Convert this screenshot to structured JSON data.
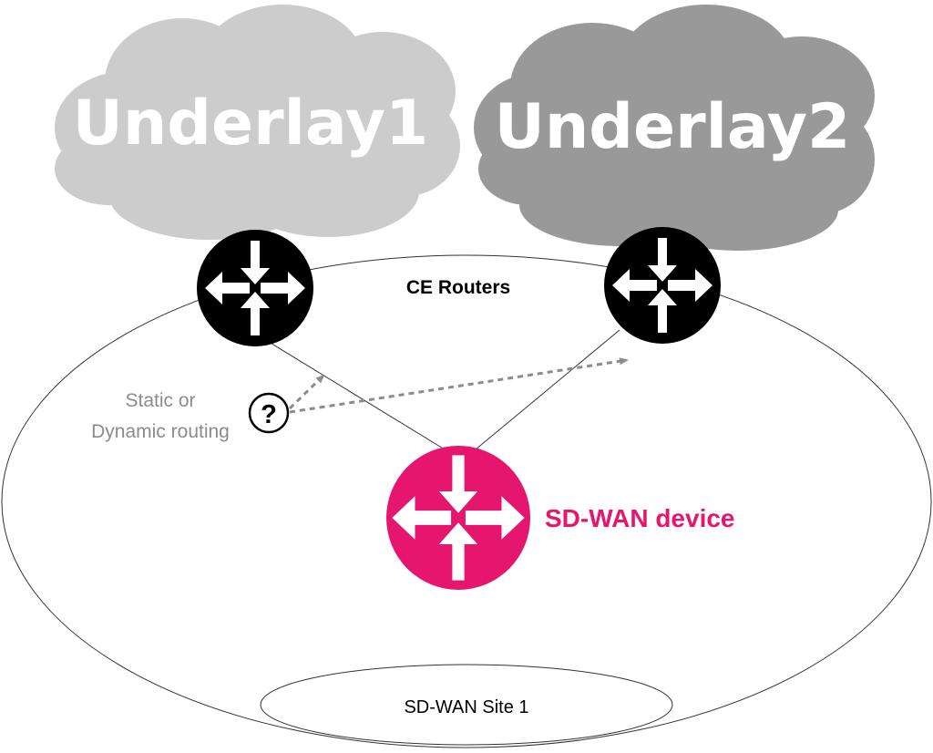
{
  "clouds": {
    "underlay1": {
      "label": "Underlay1",
      "color": "#cccccc"
    },
    "underlay2": {
      "label": "Underlay2",
      "color": "#999999"
    }
  },
  "labels": {
    "ce_routers": "CE Routers",
    "routing_line1": "Static or",
    "routing_line2": "Dynamic routing",
    "sdwan_device": "SD-WAN device",
    "site": "SD-WAN Site 1",
    "question_mark": "?"
  },
  "colors": {
    "ce_router": "#000000",
    "sdwan_device": "#e6156e",
    "routing_text": "#8c8c8c",
    "dashed_arrow": "#8c8c8c"
  },
  "icons": {
    "ce_router_left": "router-icon",
    "ce_router_right": "router-icon",
    "sdwan_router": "router-icon",
    "question": "question-icon"
  }
}
